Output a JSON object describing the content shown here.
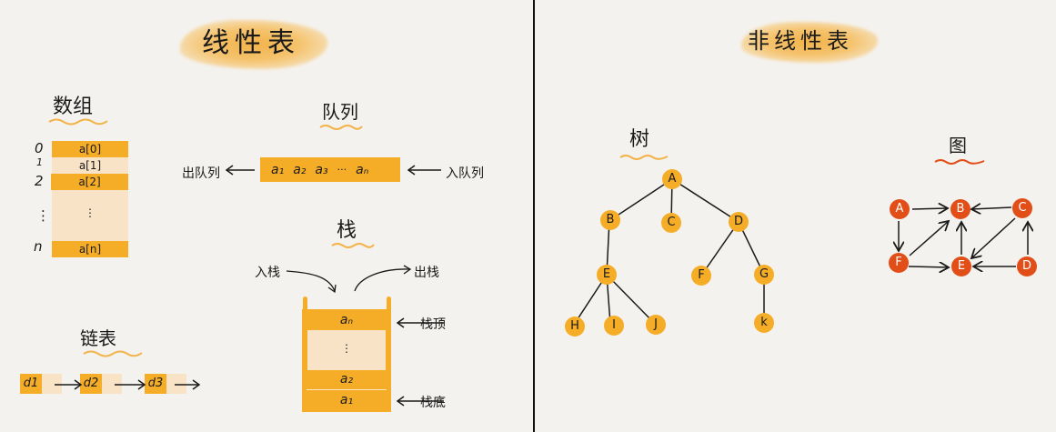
{
  "left": {
    "title": "线性表",
    "array": {
      "title": "数组",
      "indices": [
        "0",
        "1",
        "2",
        "⋮",
        "n"
      ],
      "cells": [
        "a[0]",
        "a[1]",
        "a[2]",
        "⋮",
        "a[n]"
      ]
    },
    "queue": {
      "title": "队列",
      "items": [
        "a₁",
        "a₂",
        "a₃",
        "···",
        "aₙ"
      ],
      "dequeue_label": "出队列",
      "enqueue_label": "入队列"
    },
    "stack": {
      "title": "栈",
      "push_label": "入栈",
      "pop_label": "出栈",
      "top_label": "栈顶",
      "bottom_label": "栈底",
      "cells": [
        "aₙ",
        "⋮",
        "a₂",
        "a₁"
      ]
    },
    "linked_list": {
      "title": "链表",
      "nodes": [
        "d1",
        "d2",
        "d3"
      ]
    }
  },
  "right": {
    "title": "非线性表",
    "tree": {
      "title": "树",
      "nodes": [
        "A",
        "B",
        "C",
        "D",
        "E",
        "F",
        "G",
        "H",
        "I",
        "J",
        "k"
      ],
      "edges": [
        [
          "A",
          "B"
        ],
        [
          "A",
          "C"
        ],
        [
          "A",
          "D"
        ],
        [
          "B",
          "E"
        ],
        [
          "D",
          "F"
        ],
        [
          "D",
          "G"
        ],
        [
          "E",
          "H"
        ],
        [
          "E",
          "I"
        ],
        [
          "E",
          "J"
        ],
        [
          "G",
          "k"
        ]
      ]
    },
    "graph": {
      "title": "图",
      "nodes": [
        "A",
        "B",
        "C",
        "F",
        "E",
        "D"
      ],
      "edges": [
        [
          "A",
          "B"
        ],
        [
          "A",
          "F"
        ],
        [
          "F",
          "B"
        ],
        [
          "F",
          "E"
        ],
        [
          "E",
          "B"
        ],
        [
          "C",
          "B"
        ],
        [
          "C",
          "E"
        ],
        [
          "D",
          "E"
        ],
        [
          "D",
          "C"
        ]
      ]
    }
  },
  "colors": {
    "background": "#f4f2ee",
    "orange": "#f5ad28",
    "light_orange": "#f9e3c6",
    "graph_red": "#e14e18",
    "ink": "#1a1a1a"
  }
}
